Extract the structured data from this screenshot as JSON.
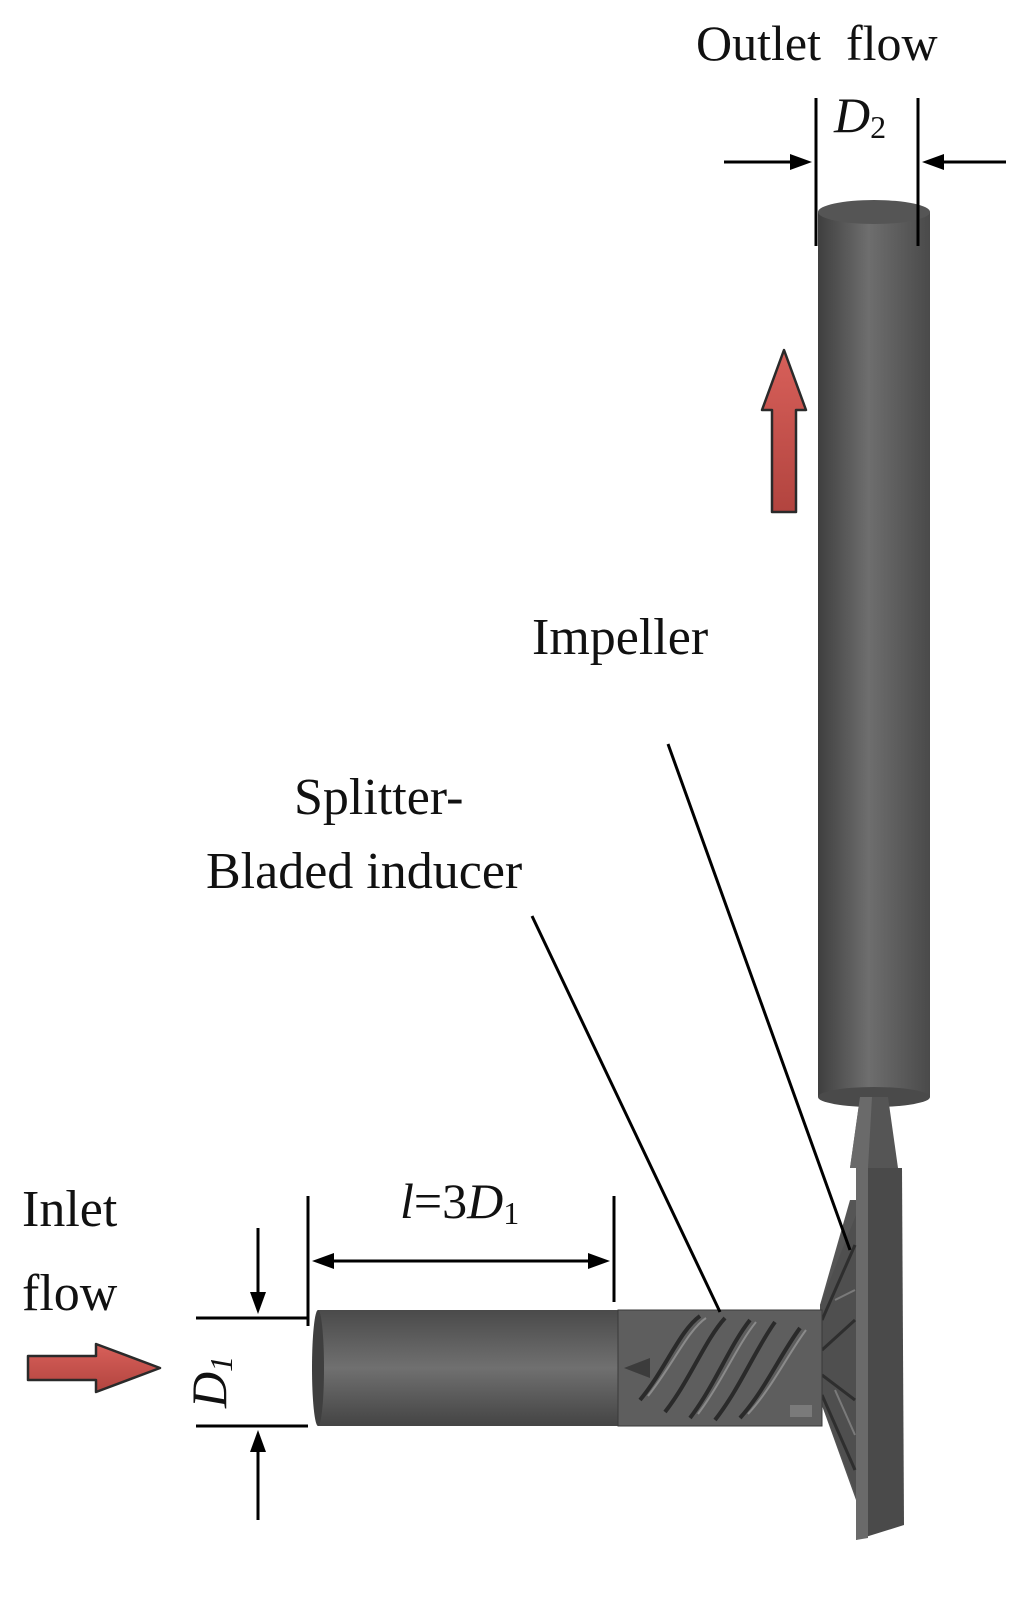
{
  "labels": {
    "outlet": "Outlet  flow",
    "impeller": "Impeller",
    "splitter_line1": "Splitter-",
    "splitter_line2": "Bladed inducer",
    "inlet_line1": "Inlet",
    "inlet_line2": "flow"
  },
  "dimensions": {
    "d2_symbol": "D",
    "d2_subscript": "2",
    "d1_symbol": "D",
    "d1_subscript": "1",
    "length_prefix": "l",
    "length_equals": "=3",
    "length_symbol": "D",
    "length_subscript": "1"
  },
  "colors": {
    "flow_arrow": "#c0504d",
    "pipe": "#5c5c5c",
    "line": "#000000"
  },
  "icons": {
    "inlet_arrow": "flow-arrow-right",
    "outlet_arrow": "flow-arrow-up"
  }
}
